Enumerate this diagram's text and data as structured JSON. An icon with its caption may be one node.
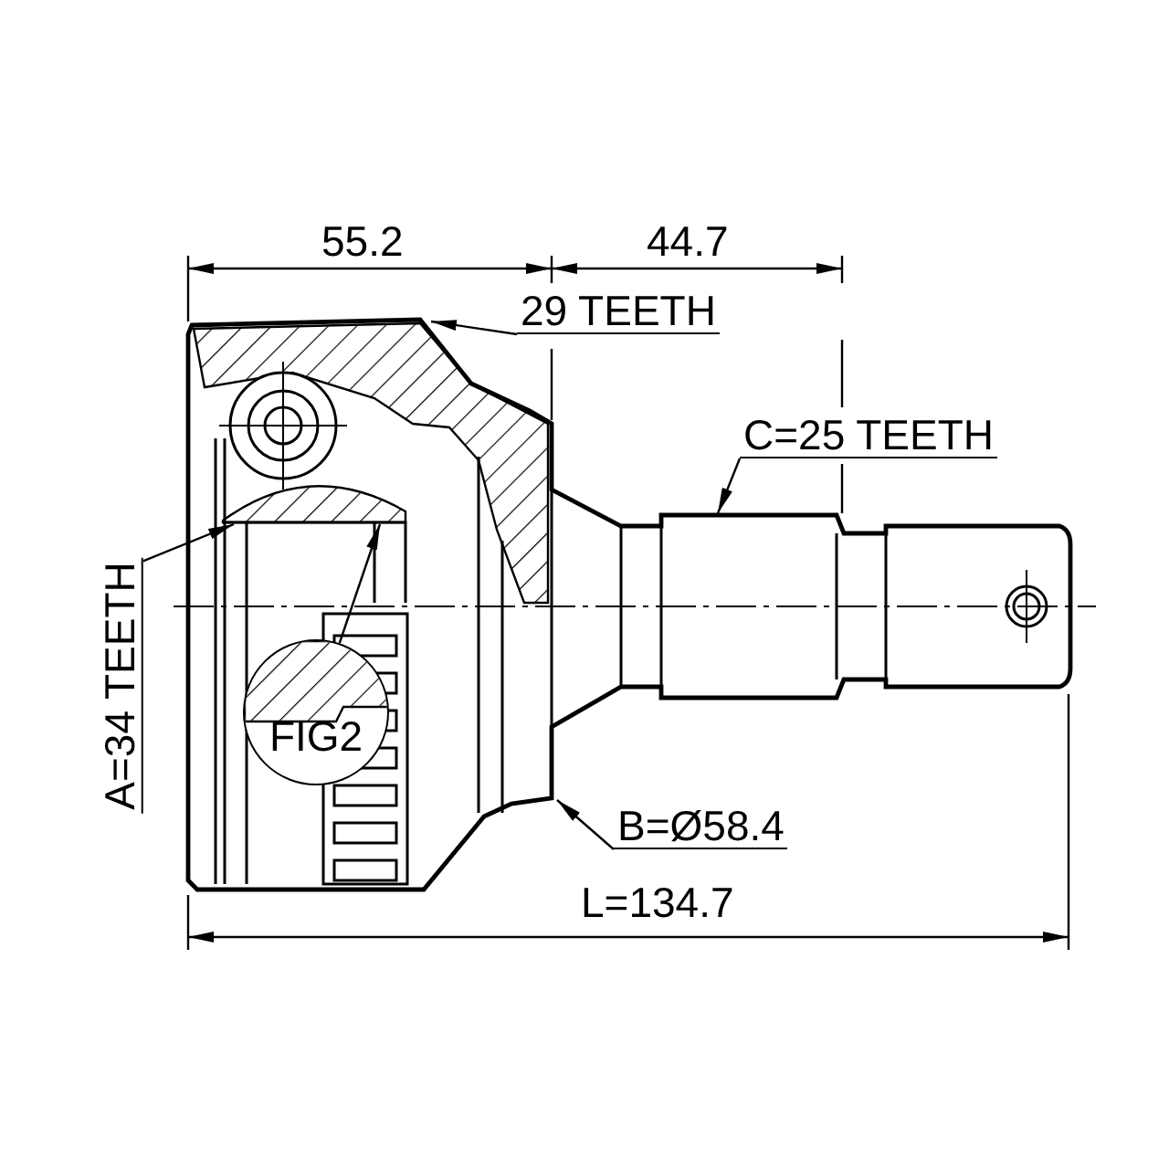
{
  "diagram": {
    "nodes": [
      {
        "text": [
          "29 TEETH"
        ]
      },
      {
        "text": [
          "C=25 TEETH"
        ]
      },
      {
        "text": [
          "A=34 TEETH"
        ]
      },
      {
        "text": [
          "FIG2"
        ]
      },
      {
        "text": [
          "B=Ø58.4"
        ]
      }
    ],
    "edges": [
      {
        "from": 0,
        "to": null,
        "arrow": "to"
      },
      {
        "from": 1,
        "to": null,
        "arrow": "to"
      },
      {
        "from": 2,
        "to": null,
        "arrow": "to"
      },
      {
        "from": 3,
        "to": null,
        "arrow": "to"
      },
      {
        "from": 4,
        "to": null,
        "arrow": "to"
      }
    ],
    "labels": [
      "55.2",
      "44.7",
      "L=134.7"
    ]
  }
}
